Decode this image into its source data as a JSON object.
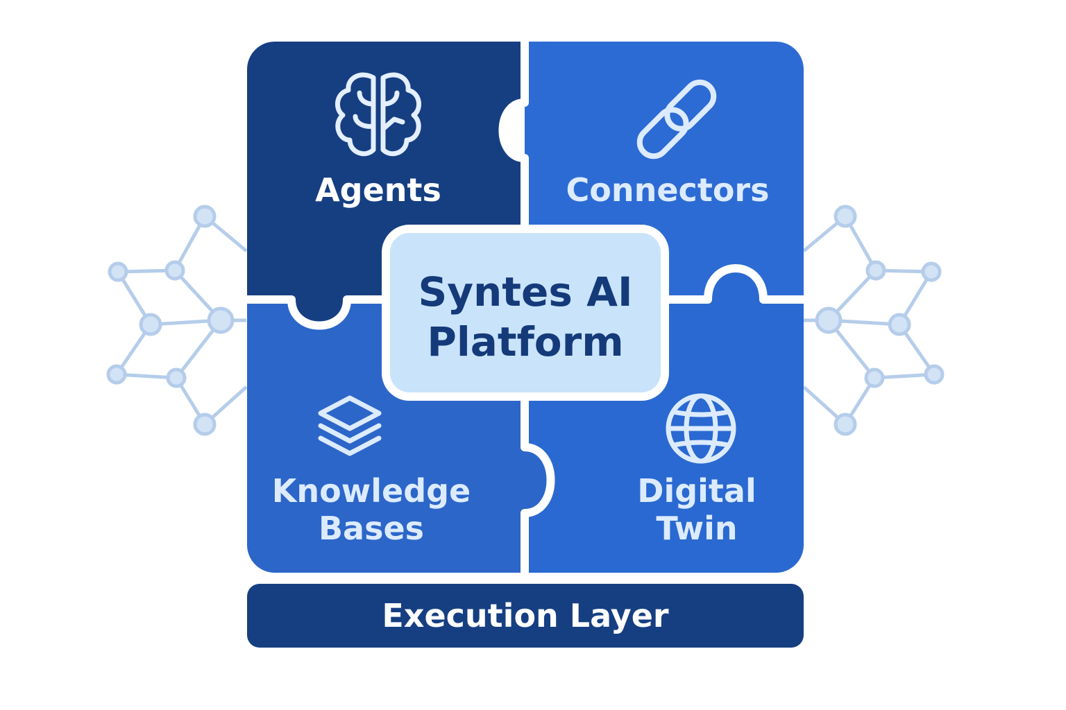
{
  "diagram": {
    "center": {
      "line1": "Syntes AI",
      "line2": "Platform"
    },
    "pieces": {
      "agents": {
        "label": "Agents",
        "icon": "brain-icon"
      },
      "connectors": {
        "label": "Connectors",
        "icon": "chain-link-icon"
      },
      "knowledge_bases": {
        "line1": "Knowledge",
        "line2": "Bases",
        "icon": "layers-icon"
      },
      "digital_twin": {
        "line1": "Digital",
        "line2": "Twin",
        "icon": "globe-icon"
      }
    },
    "base_bar": {
      "label": "Execution Layer"
    },
    "decorations": {
      "left": "network-graph-icon",
      "right": "network-graph-icon"
    },
    "colors": {
      "dark_navy": "#163f82",
      "blue": "#2c6ad2",
      "light_blue_box": "#c9e3fb",
      "center_text": "#153a7a",
      "network": "#b5cdea"
    }
  }
}
